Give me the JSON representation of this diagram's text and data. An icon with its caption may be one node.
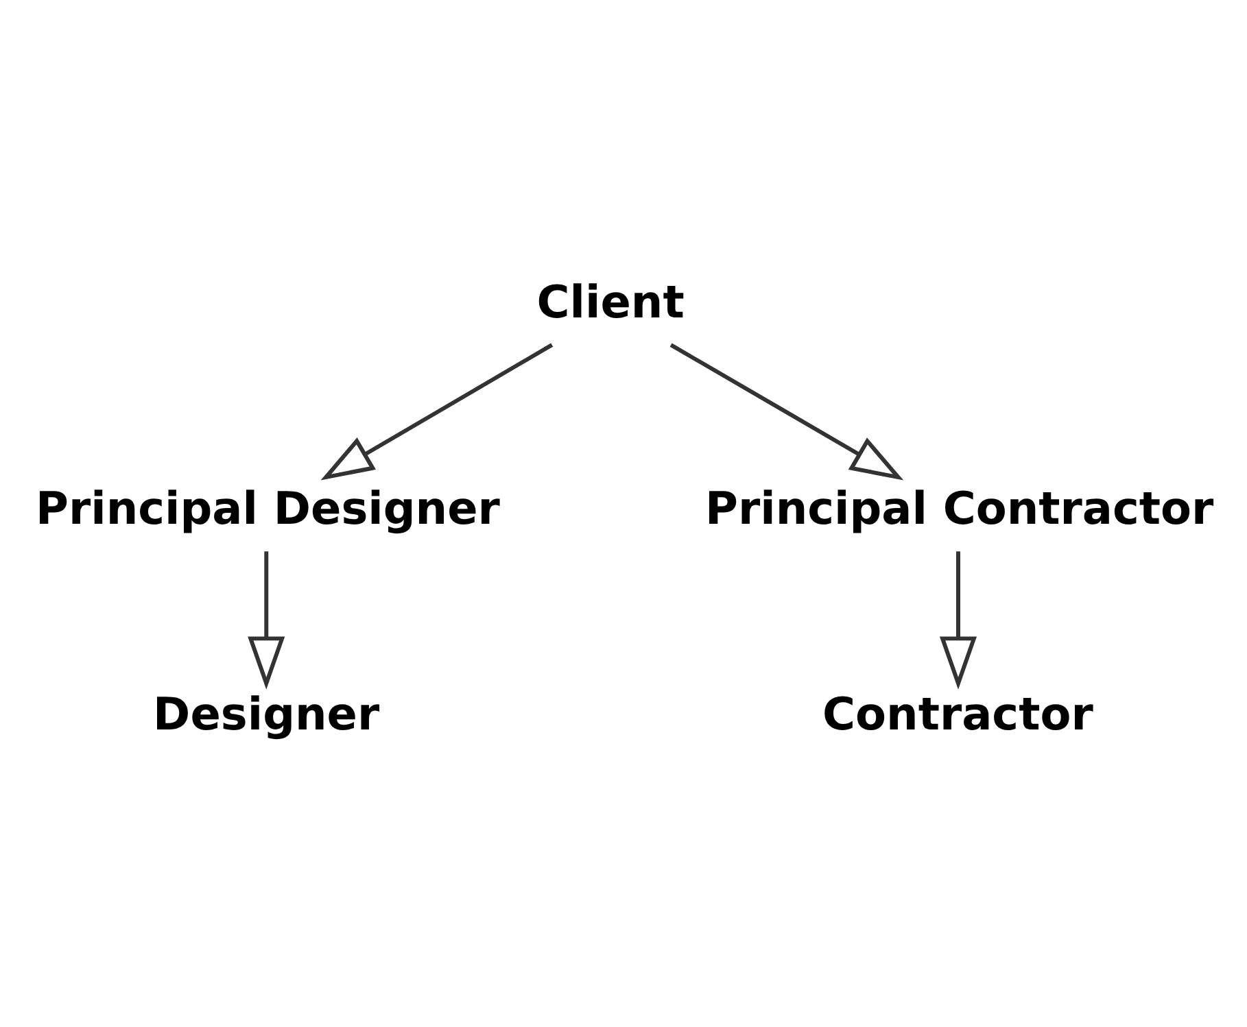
{
  "diagram": {
    "nodes": [
      {
        "text": [
          "Client"
        ]
      },
      {
        "text": [
          "Principal Designer"
        ]
      },
      {
        "text": [
          "Principal Contractor"
        ]
      },
      {
        "text": [
          "Designer"
        ]
      },
      {
        "text": [
          "Contractor"
        ]
      }
    ],
    "edges": [
      {
        "from": 0,
        "to": 1,
        "arrow": "to"
      },
      {
        "from": 0,
        "to": 2,
        "arrow": "to"
      },
      {
        "from": 1,
        "to": 3,
        "arrow": "to"
      },
      {
        "from": 2,
        "to": 4,
        "arrow": "to"
      }
    ]
  }
}
